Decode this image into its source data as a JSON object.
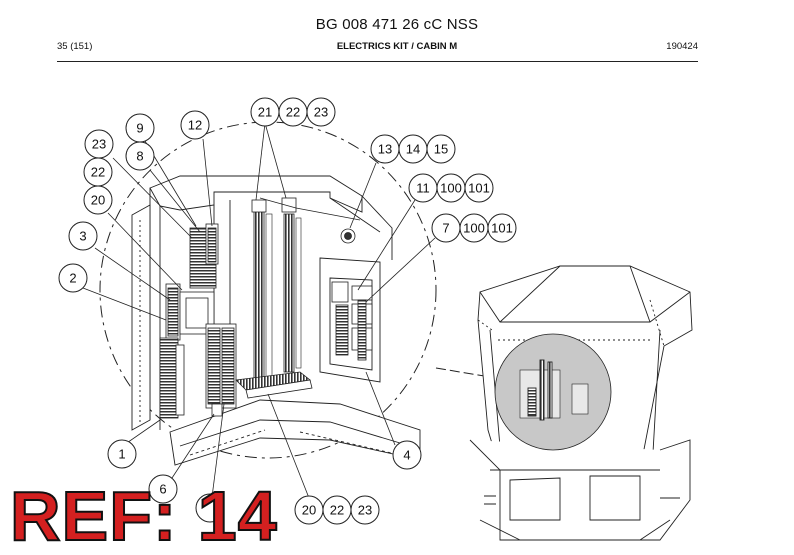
{
  "header": {
    "doc_title": "BG 008 471 26 cC NSS",
    "page": "35 (151)",
    "section": "ELECTRICS KIT / CABIN M",
    "date": "190424"
  },
  "callouts": [
    {
      "id": "c23a",
      "label": "23"
    },
    {
      "id": "c9",
      "label": "9"
    },
    {
      "id": "c12",
      "label": "12"
    },
    {
      "id": "c21a",
      "label": "21"
    },
    {
      "id": "c22a",
      "label": "22"
    },
    {
      "id": "c23b",
      "label": "23"
    },
    {
      "id": "c8",
      "label": "8"
    },
    {
      "id": "c22b",
      "label": "22"
    },
    {
      "id": "c13",
      "label": "13"
    },
    {
      "id": "c14",
      "label": "14"
    },
    {
      "id": "c15",
      "label": "15"
    },
    {
      "id": "c20a",
      "label": "20"
    },
    {
      "id": "c11",
      "label": "11"
    },
    {
      "id": "c100a",
      "label": "100"
    },
    {
      "id": "c101a",
      "label": "101"
    },
    {
      "id": "c3",
      "label": "3"
    },
    {
      "id": "c7",
      "label": "7"
    },
    {
      "id": "c100b",
      "label": "100"
    },
    {
      "id": "c101b",
      "label": "101"
    },
    {
      "id": "c2",
      "label": "2"
    },
    {
      "id": "c1",
      "label": "1"
    },
    {
      "id": "c4",
      "label": "4"
    },
    {
      "id": "c6",
      "label": "6"
    },
    {
      "id": "c20b",
      "label": "20"
    },
    {
      "id": "c22c",
      "label": "22"
    },
    {
      "id": "c23c",
      "label": "23"
    }
  ],
  "overlay": {
    "ref_text": "REF: 14",
    "ref_color": "#d42020"
  }
}
